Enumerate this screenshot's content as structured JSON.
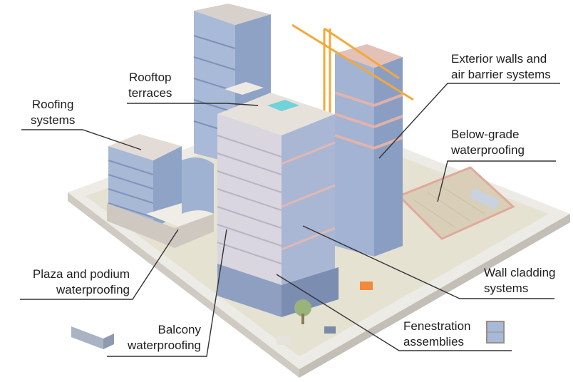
{
  "callouts": {
    "rooftop_terraces": [
      "Rooftop",
      "terraces"
    ],
    "roofing_systems": [
      "Roofing",
      "systems"
    ],
    "exterior_walls": [
      "Exterior walls and",
      "air barrier systems"
    ],
    "below_grade": [
      "Below-grade",
      "waterproofing"
    ],
    "plaza_podium": [
      "Plaza and podium",
      "waterproofing"
    ],
    "wall_cladding": [
      "Wall cladding",
      "systems"
    ],
    "balcony": [
      "Balcony",
      "waterproofing"
    ],
    "fenestration": [
      "Fenestration",
      "assemblies"
    ]
  },
  "colors": {
    "ground": "#e8e4d6",
    "road": "#d2d0cc",
    "glass": "#a7b9d8",
    "glass_dark": "#8a9fc4",
    "concrete": "#d9d2cc",
    "construction_pink": "#e9b4a8",
    "crane": "#f2a93b",
    "pool": "#6fd3d8",
    "leader_line": "#333333"
  },
  "icons": [
    "balcony-icon",
    "window-icon"
  ]
}
